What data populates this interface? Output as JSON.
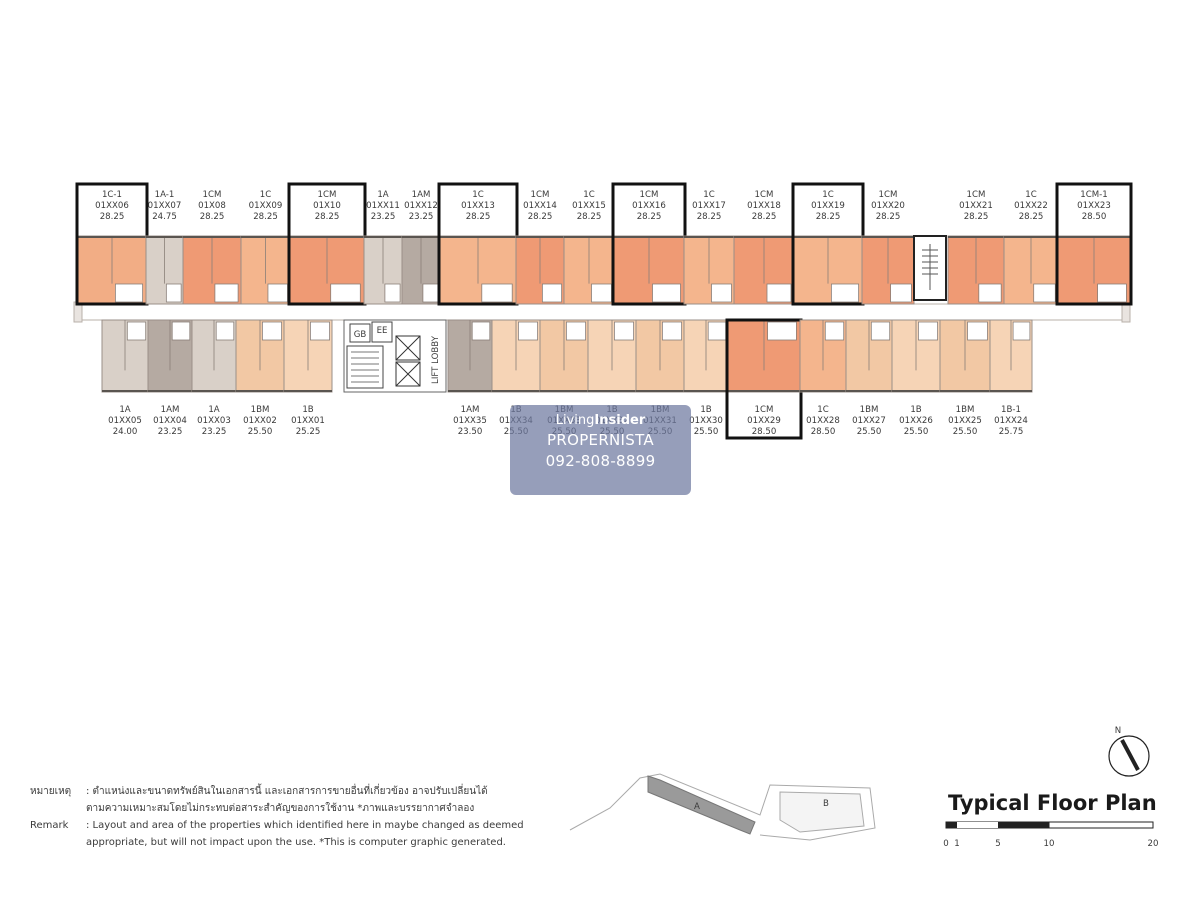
{
  "top_units": [
    {
      "type": "1C-1",
      "code": "01XX06",
      "area": "28.25",
      "color": "#f2ad85"
    },
    {
      "type": "1A-1",
      "code": "01XX07",
      "area": "24.75",
      "color": "#d9d0c8"
    },
    {
      "type": "1CM",
      "code": "01X08",
      "area": "28.25",
      "color": "#ef9a74"
    },
    {
      "type": "1C",
      "code": "01XX09",
      "area": "28.25",
      "color": "#f4b58d"
    },
    {
      "type": "1CM",
      "code": "01X10",
      "area": "28.25",
      "color": "#ef9a74"
    },
    {
      "type": "1A",
      "code": "01XX11",
      "area": "23.25",
      "color": "#d9d0c8"
    },
    {
      "type": "1AM",
      "code": "01XX12",
      "area": "23.25",
      "color": "#b5aaa2"
    },
    {
      "type": "1C",
      "code": "01XX13",
      "area": "28.25",
      "color": "#f4b58d"
    },
    {
      "type": "1CM",
      "code": "01XX14",
      "area": "28.25",
      "color": "#ef9a74"
    },
    {
      "type": "1C",
      "code": "01XX15",
      "area": "28.25",
      "color": "#f4b58d"
    },
    {
      "type": "1CM",
      "code": "01XX16",
      "area": "28.25",
      "color": "#ef9a74"
    },
    {
      "type": "1C",
      "code": "01XX17",
      "area": "28.25",
      "color": "#f4b58d"
    },
    {
      "type": "1CM",
      "code": "01XX18",
      "area": "28.25",
      "color": "#ef9a74"
    },
    {
      "type": "1C",
      "code": "01XX19",
      "area": "28.25",
      "color": "#f4b58d"
    },
    {
      "type": "1CM",
      "code": "01XX20",
      "area": "28.25",
      "color": "#ef9a74"
    },
    {
      "type": "1CM",
      "code": "01XX21",
      "area": "28.25",
      "color": "#ef9a74"
    },
    {
      "type": "1C",
      "code": "01XX22",
      "area": "28.25",
      "color": "#f4b58d"
    },
    {
      "type": "1CM-1",
      "code": "01XX23",
      "area": "28.50",
      "color": "#ef9a74"
    }
  ],
  "bottom_units": [
    {
      "type": "1A",
      "code": "01XX05",
      "area": "24.00",
      "color": "#d9d0c8"
    },
    {
      "type": "1AM",
      "code": "01XX04",
      "area": "23.25",
      "color": "#b5aaa2"
    },
    {
      "type": "1A",
      "code": "01XX03",
      "area": "23.25",
      "color": "#d9d0c8"
    },
    {
      "type": "1BM",
      "code": "01XX02",
      "area": "25.50",
      "color": "#f2c8a4"
    },
    {
      "type": "1B",
      "code": "01XX01",
      "area": "25.25",
      "color": "#f6d4b6"
    },
    {
      "type": "1AM",
      "code": "01XX35",
      "area": "23.50",
      "color": "#b5aaa2"
    },
    {
      "type": "1B",
      "code": "01XX34",
      "area": "25.50",
      "color": "#f6d4b6"
    },
    {
      "type": "1BM",
      "code": "01XX33",
      "area": "25.50",
      "color": "#f2c8a4"
    },
    {
      "type": "1B",
      "code": "01XX32",
      "area": "25.50",
      "color": "#f6d4b6"
    },
    {
      "type": "1BM",
      "code": "01XX31",
      "area": "25.50",
      "color": "#f2c8a4"
    },
    {
      "type": "1B",
      "code": "01XX30",
      "area": "25.50",
      "color": "#f6d4b6"
    },
    {
      "type": "1CM",
      "code": "01XX29",
      "area": "28.50",
      "color": "#ef9a74"
    },
    {
      "type": "1C",
      "code": "01XX28",
      "area": "28.50",
      "color": "#f4b58d"
    },
    {
      "type": "1BM",
      "code": "01XX27",
      "area": "25.50",
      "color": "#f2c8a4"
    },
    {
      "type": "1B",
      "code": "01XX26",
      "area": "25.50",
      "color": "#f6d4b6"
    },
    {
      "type": "1BM",
      "code": "01XX25",
      "area": "25.50",
      "color": "#f2c8a4"
    },
    {
      "type": "1B-1",
      "code": "01XX24",
      "area": "25.75",
      "color": "#f6d4b6"
    }
  ],
  "core": {
    "gb": "GB",
    "ee": "EE",
    "lift": "LIFT LOBBY"
  },
  "watermark": {
    "brand_a": "Living",
    "brand_b": "Insider",
    "agency": "PROPERNISTA",
    "phone": "092-808-8899"
  },
  "remarks": {
    "thai_label": "หมายเหตุ",
    "thai_1": ": ตำแหน่งและขนาดทรัพย์สินในเอกสารนี้ และเอกสารการขายอื่นที่เกี่ยวข้อง อาจปรับเปลี่ยนได้",
    "thai_2": "ตามความเหมาะสมโดยไม่กระทบต่อสาระสำคัญของการใช้งาน *ภาพและบรรยากาศจำลอง",
    "en_label": "Remark",
    "en_1": ": Layout and area of the properties which identified here in maybe changed as deemed",
    "en_2": "appropriate, but will not impact upon the use. *This is computer graphic generated."
  },
  "site": {
    "a": "A",
    "b": "B"
  },
  "north": "N",
  "title": "Typical Floor Plan",
  "scale_ticks": [
    "0",
    "1",
    "5",
    "10",
    "20"
  ],
  "colors": {
    "highlight": "#111111",
    "corridor": "#ffffff",
    "wall": "#9a8f88"
  }
}
